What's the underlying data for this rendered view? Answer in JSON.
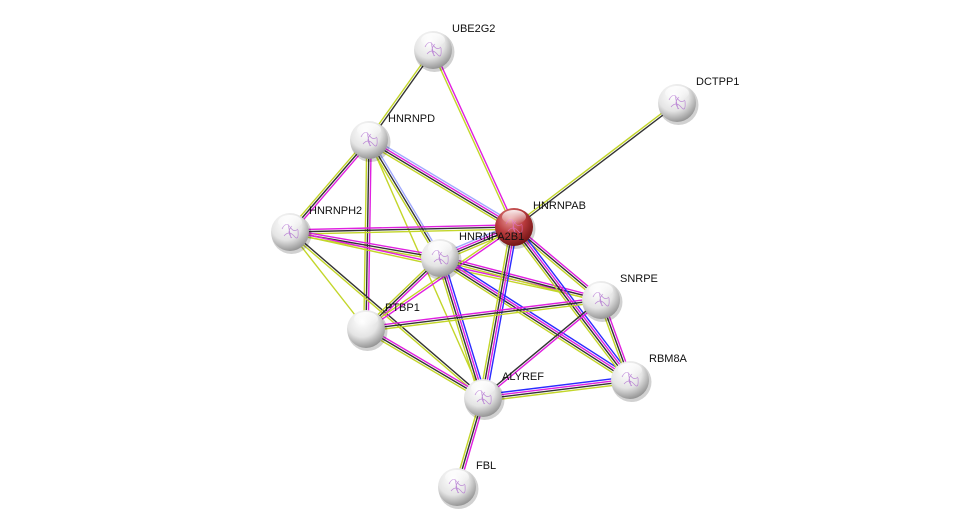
{
  "network": {
    "query_color": "#c0393b",
    "node_color": "#e8e8e8",
    "evidence_colors": {
      "experiments": "#e020e0",
      "coexpression": "#333333",
      "textmining": "#c3d62a",
      "cooccurrence": "#2a2aff",
      "databases": "#a0a8ff"
    },
    "nodes": [
      {
        "id": "UBE2G2",
        "label": "UBE2G2",
        "query": false
      },
      {
        "id": "DCTPP1",
        "label": "DCTPP1",
        "query": false
      },
      {
        "id": "HNRNPD",
        "label": "HNRNPD",
        "query": false
      },
      {
        "id": "HNRNPAB",
        "label": "HNRNPAB",
        "query": true
      },
      {
        "id": "HNRNPH2",
        "label": "HNRNPH2",
        "query": false
      },
      {
        "id": "HNRNPA2B1",
        "label": "HNRNPA2B1",
        "query": false
      },
      {
        "id": "SNRPE",
        "label": "SNRPE",
        "query": false
      },
      {
        "id": "PTBP1",
        "label": "PTBP1",
        "query": false
      },
      {
        "id": "RBM8A",
        "label": "RBM8A",
        "query": false
      },
      {
        "id": "ALYREF",
        "label": "ALYREF",
        "query": false
      },
      {
        "id": "FBL",
        "label": "FBL",
        "query": false
      }
    ],
    "edges": [
      {
        "a": "UBE2G2",
        "b": "HNRNPD",
        "ev": [
          "coexpression",
          "textmining"
        ]
      },
      {
        "a": "UBE2G2",
        "b": "HNRNPAB",
        "ev": [
          "experiments",
          "textmining"
        ]
      },
      {
        "a": "DCTPP1",
        "b": "HNRNPAB",
        "ev": [
          "coexpression",
          "textmining"
        ]
      },
      {
        "a": "HNRNPD",
        "b": "HNRNPH2",
        "ev": [
          "experiments",
          "coexpression",
          "textmining"
        ]
      },
      {
        "a": "HNRNPD",
        "b": "HNRNPA2B1",
        "ev": [
          "databases",
          "coexpression",
          "textmining"
        ]
      },
      {
        "a": "HNRNPD",
        "b": "HNRNPAB",
        "ev": [
          "databases",
          "experiments",
          "coexpression",
          "textmining"
        ]
      },
      {
        "a": "HNRNPD",
        "b": "PTBP1",
        "ev": [
          "experiments",
          "coexpression",
          "textmining"
        ]
      },
      {
        "a": "HNRNPD",
        "b": "ALYREF",
        "ev": [
          "textmining"
        ]
      },
      {
        "a": "HNRNPH2",
        "b": "HNRNPAB",
        "ev": [
          "experiments",
          "coexpression",
          "textmining"
        ]
      },
      {
        "a": "HNRNPH2",
        "b": "HNRNPA2B1",
        "ev": [
          "experiments",
          "coexpression",
          "textmining"
        ]
      },
      {
        "a": "HNRNPH2",
        "b": "PTBP1",
        "ev": [
          "textmining"
        ]
      },
      {
        "a": "HNRNPH2",
        "b": "ALYREF",
        "ev": [
          "coexpression",
          "textmining"
        ]
      },
      {
        "a": "HNRNPH2",
        "b": "SNRPE",
        "ev": [
          "experiments",
          "textmining"
        ]
      },
      {
        "a": "HNRNPA2B1",
        "b": "HNRNPAB",
        "ev": [
          "databases",
          "experiments",
          "coexpression",
          "textmining"
        ]
      },
      {
        "a": "HNRNPA2B1",
        "b": "PTBP1",
        "ev": [
          "experiments",
          "coexpression",
          "textmining"
        ]
      },
      {
        "a": "HNRNPA2B1",
        "b": "SNRPE",
        "ev": [
          "experiments",
          "coexpression",
          "textmining"
        ]
      },
      {
        "a": "HNRNPA2B1",
        "b": "RBM8A",
        "ev": [
          "cooccurrence",
          "experiments",
          "coexpression",
          "textmining"
        ]
      },
      {
        "a": "HNRNPA2B1",
        "b": "ALYREF",
        "ev": [
          "cooccurrence",
          "experiments",
          "coexpression",
          "textmining"
        ]
      },
      {
        "a": "HNRNPAB",
        "b": "PTBP1",
        "ev": [
          "experiments",
          "textmining"
        ]
      },
      {
        "a": "HNRNPAB",
        "b": "SNRPE",
        "ev": [
          "experiments",
          "coexpression",
          "textmining"
        ]
      },
      {
        "a": "HNRNPAB",
        "b": "RBM8A",
        "ev": [
          "cooccurrence",
          "experiments",
          "coexpression",
          "textmining"
        ]
      },
      {
        "a": "HNRNPAB",
        "b": "ALYREF",
        "ev": [
          "cooccurrence",
          "experiments",
          "coexpression",
          "textmining"
        ]
      },
      {
        "a": "PTBP1",
        "b": "SNRPE",
        "ev": [
          "experiments",
          "coexpression",
          "textmining"
        ]
      },
      {
        "a": "PTBP1",
        "b": "ALYREF",
        "ev": [
          "experiments",
          "coexpression",
          "textmining"
        ]
      },
      {
        "a": "SNRPE",
        "b": "RBM8A",
        "ev": [
          "experiments",
          "coexpression",
          "textmining"
        ]
      },
      {
        "a": "SNRPE",
        "b": "ALYREF",
        "ev": [
          "experiments",
          "coexpression"
        ]
      },
      {
        "a": "ALYREF",
        "b": "RBM8A",
        "ev": [
          "cooccurrence",
          "experiments",
          "coexpression",
          "textmining"
        ]
      },
      {
        "a": "ALYREF",
        "b": "FBL",
        "ev": [
          "experiments",
          "coexpression",
          "textmining"
        ]
      }
    ]
  }
}
